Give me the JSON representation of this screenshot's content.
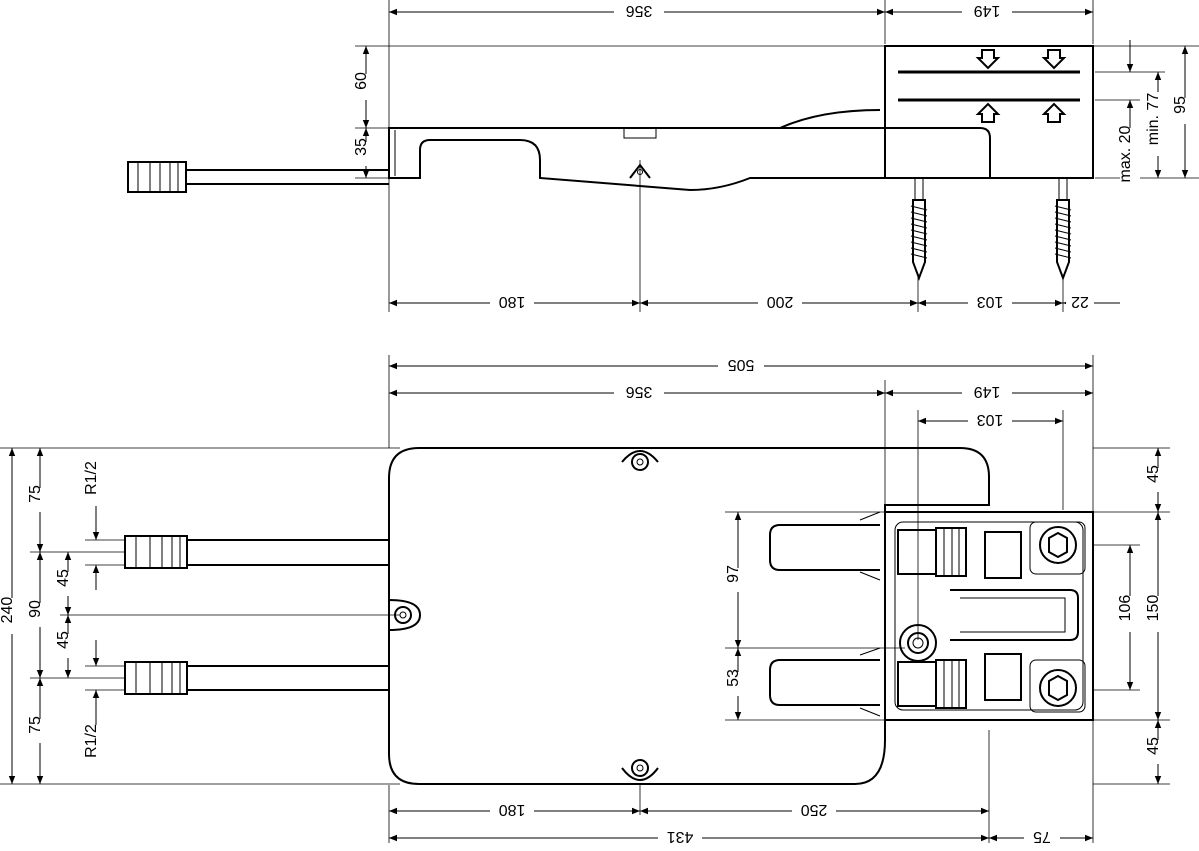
{
  "top_view": {
    "dim_356": "356",
    "dim_149": "149",
    "dim_60": "60",
    "dim_35": "35",
    "dim_95": "95",
    "dim_min77": "min. 77",
    "dim_max20": "max. 20",
    "dim_180": "180",
    "dim_200": "200",
    "dim_103": "103",
    "dim_22": "22"
  },
  "plan_view": {
    "dim_505": "505",
    "dim_356": "356",
    "dim_149": "149",
    "dim_103": "103",
    "dim_240": "240",
    "dim_75_top": "75",
    "dim_90": "90",
    "dim_75_bottom": "75",
    "dim_45_a": "45",
    "dim_45_b": "45",
    "thread_top": "R1/2",
    "thread_bottom": "R1/2",
    "dim_97": "97",
    "dim_53": "53",
    "dim_45_right_top": "45",
    "dim_150": "150",
    "dim_106": "106",
    "dim_45_right_bottom": "45",
    "dim_180": "180",
    "dim_250": "250",
    "dim_431": "431",
    "dim_75_right": "75"
  }
}
